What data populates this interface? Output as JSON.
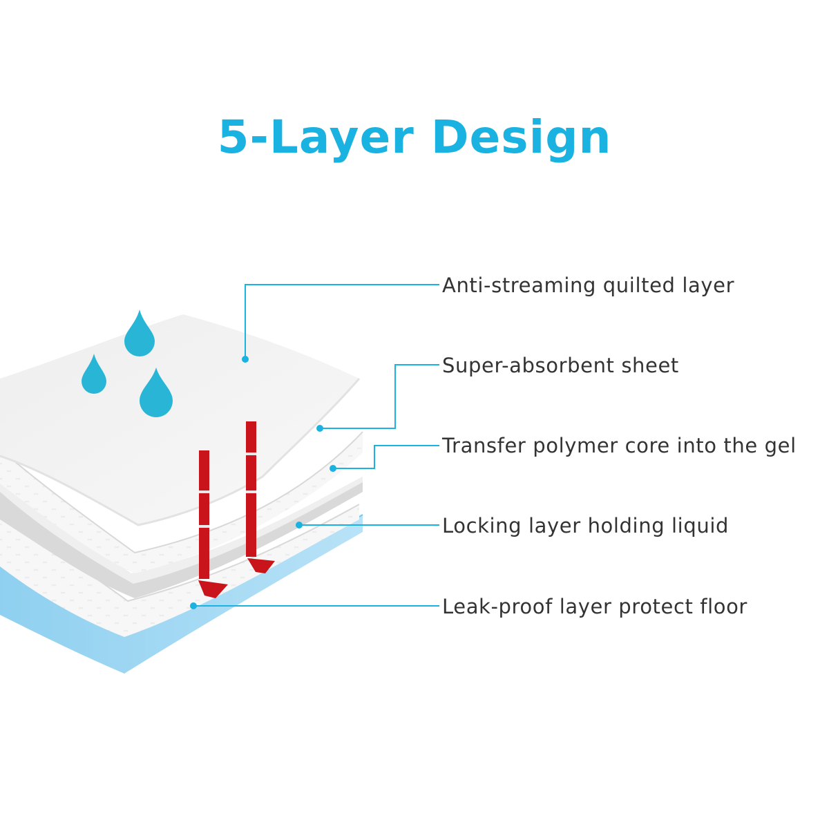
{
  "title": "5-Layer Design",
  "layers": [
    {
      "label": "Anti-streaming quilted layer"
    },
    {
      "label": "Super-absorbent sheet"
    },
    {
      "label": "Transfer polymer core into the gel"
    },
    {
      "label": "Locking layer holding liquid"
    },
    {
      "label": "Leak-proof layer protect floor"
    }
  ],
  "colors": {
    "accent": "#1ab2e0",
    "droplet": "#29b6d6",
    "arrow": "#c8141a",
    "leak_layer": "#a9d9f3",
    "text": "#333333"
  }
}
